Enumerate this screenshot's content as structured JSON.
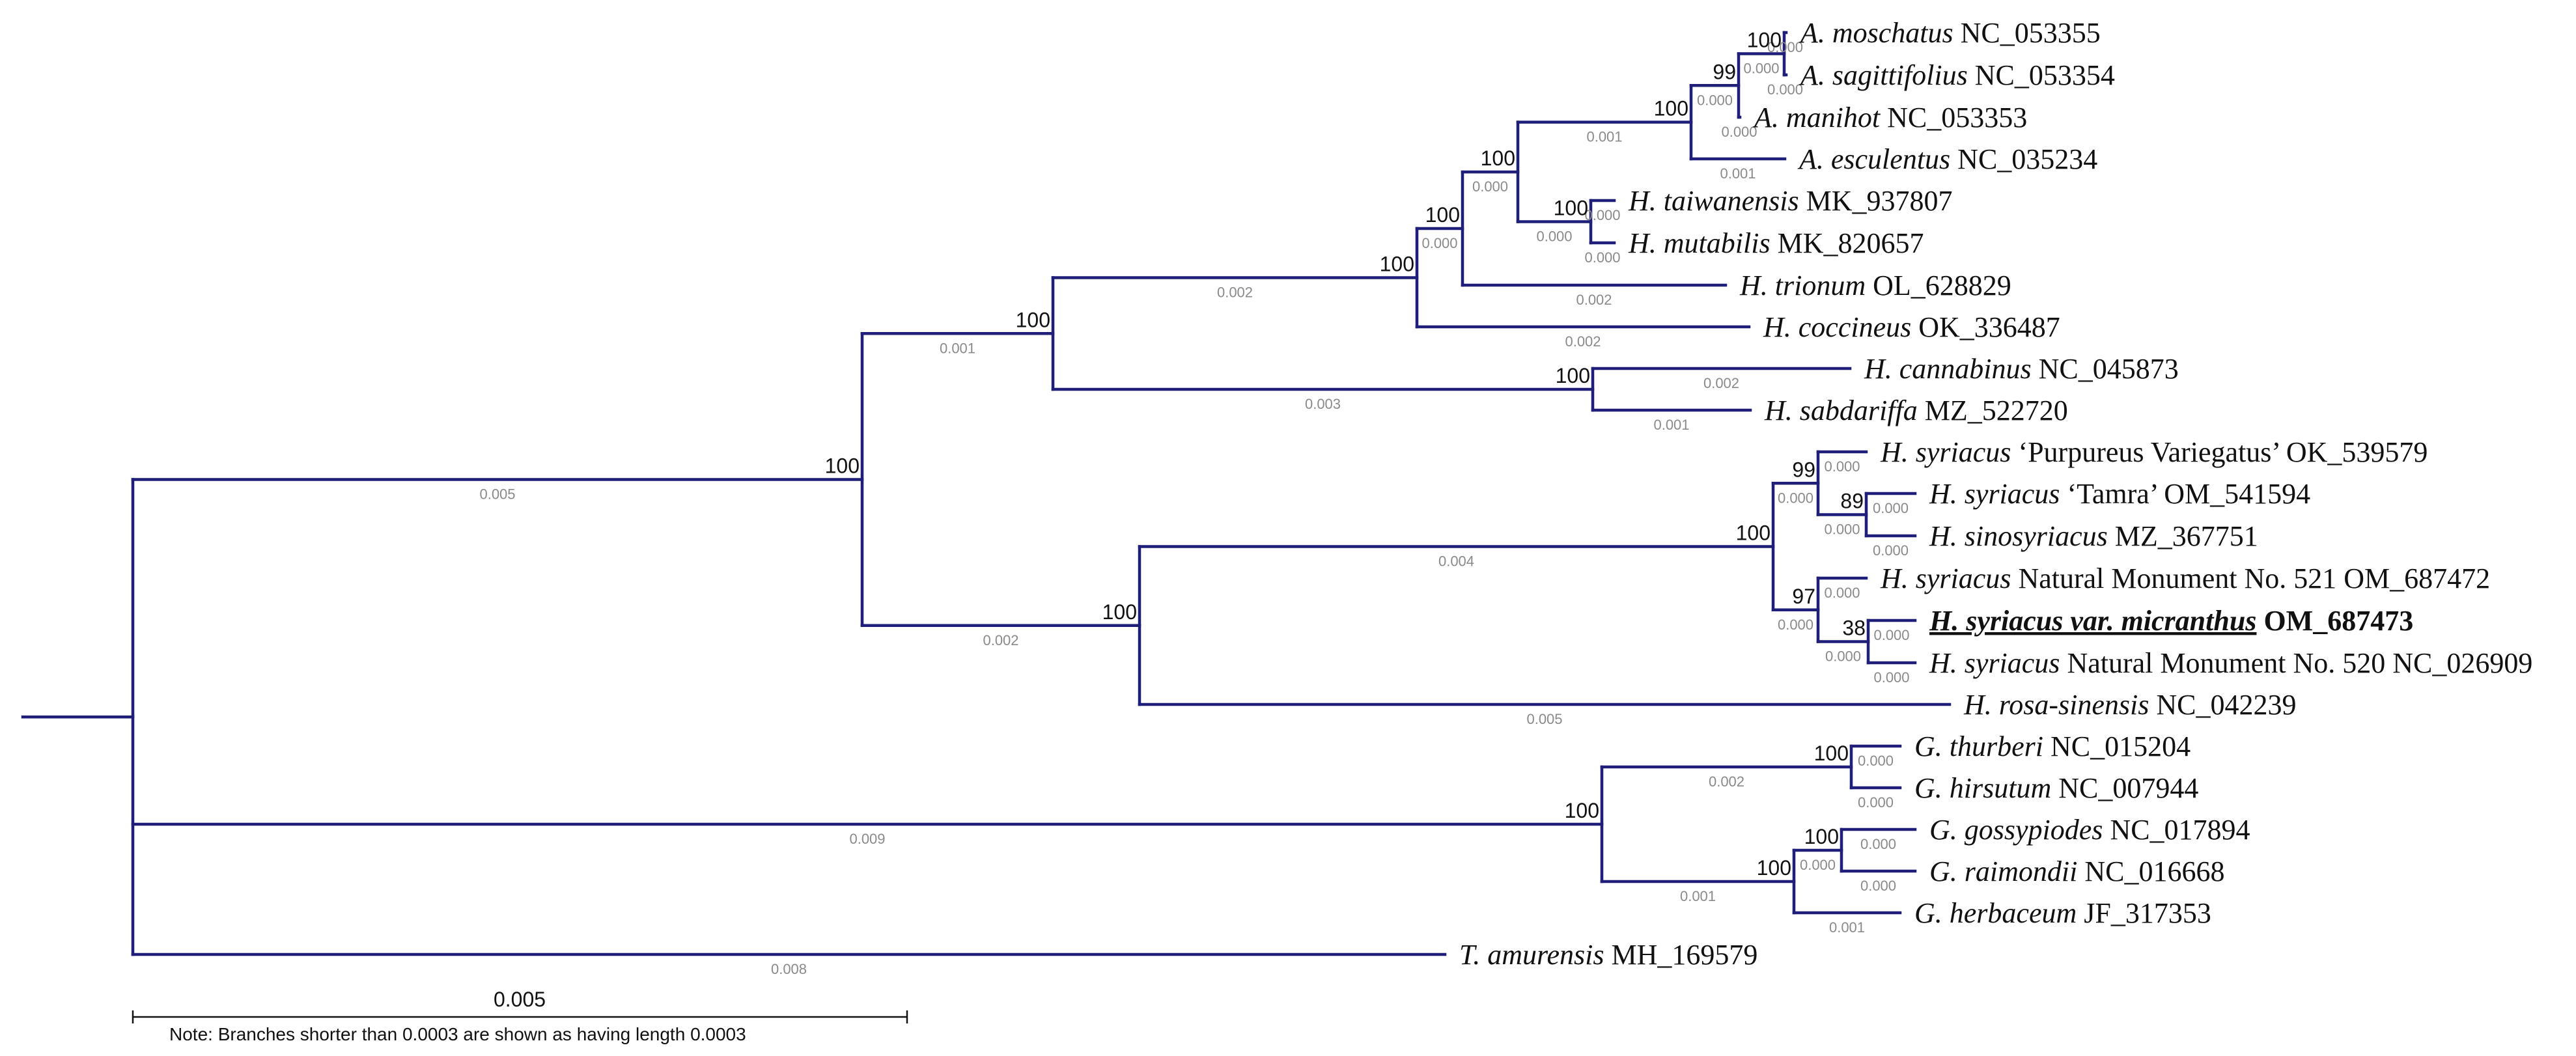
{
  "scale_bar": {
    "label": "0.005"
  },
  "note": "Note: Branches shorter than 0.0003 are shown as having length 0.0003",
  "taxa": [
    {
      "id": "t1",
      "species": "A. moschatus",
      "extra": " NC_053355",
      "highlight": false
    },
    {
      "id": "t2",
      "species": "A. sagittifolius",
      "extra": " NC_053354",
      "highlight": false
    },
    {
      "id": "t3",
      "species": "A. manihot",
      "extra": " NC_053353",
      "highlight": false
    },
    {
      "id": "t4",
      "species": "A. esculentus",
      "extra": " NC_035234",
      "highlight": false
    },
    {
      "id": "t5",
      "species": "H. taiwanensis",
      "extra": " MK_937807",
      "highlight": false
    },
    {
      "id": "t6",
      "species": "H. mutabilis",
      "extra": " MK_820657",
      "highlight": false
    },
    {
      "id": "t7",
      "species": "H. trionum",
      "extra": " OL_628829",
      "highlight": false
    },
    {
      "id": "t8",
      "species": "H. coccineus",
      "extra": " OK_336487",
      "highlight": false
    },
    {
      "id": "t9",
      "species": "H. cannabinus",
      "extra": " NC_045873",
      "highlight": false
    },
    {
      "id": "t10",
      "species": "H. sabdariffa",
      "extra": " MZ_522720",
      "highlight": false
    },
    {
      "id": "t11",
      "species": "H. syriacus",
      "extra": " ‘Purpureus Variegatus’  OK_539579",
      "highlight": false
    },
    {
      "id": "t12",
      "species": "H. syriacus",
      "extra": " ‘Tamra’ OM_541594",
      "highlight": false
    },
    {
      "id": "t13",
      "species": "H. sinosyriacus",
      "extra": " MZ_367751",
      "highlight": false
    },
    {
      "id": "t14",
      "species": "H. syriacus",
      "extra": "  Natural Monument No. 521 OM_687472",
      "highlight": false
    },
    {
      "id": "t15",
      "species": "H. syriacus  var. micranthus",
      "extra": " OM_687473",
      "highlight": true
    },
    {
      "id": "t16",
      "species": "H. syriacus",
      "extra": "  Natural Monument No. 520 NC_026909",
      "highlight": false
    },
    {
      "id": "t17",
      "species": "H. rosa-sinensis",
      "extra": " NC_042239",
      "highlight": false
    },
    {
      "id": "t18",
      "species": "G. thurberi",
      "extra": " NC_015204",
      "highlight": false
    },
    {
      "id": "t19",
      "species": "G. hirsutum",
      "extra": " NC_007944",
      "highlight": false
    },
    {
      "id": "t20",
      "species": "G. gossypiodes",
      "extra": " NC_017894",
      "highlight": false
    },
    {
      "id": "t21",
      "species": "G. raimondii",
      "extra": "  NC_016668",
      "highlight": false
    },
    {
      "id": "t22",
      "species": "G. herbaceum",
      "extra": " JF_317353",
      "highlight": false
    },
    {
      "id": "t23",
      "species": "T. amurensis",
      "extra": " MH_169579",
      "highlight": false
    }
  ],
  "internal_nodes": [
    {
      "id": "n1",
      "children": [
        "t1",
        "t2"
      ],
      "support": "100",
      "blength": "0.000"
    },
    {
      "id": "n2",
      "children": [
        "n1",
        "t3"
      ],
      "support": "99",
      "blength": "0.000"
    },
    {
      "id": "n3",
      "children": [
        "n2",
        "t4"
      ],
      "support": "100",
      "blength": "0.001"
    },
    {
      "id": "n4",
      "children": [
        "t5",
        "t6"
      ],
      "support": "100",
      "blength": "0.000"
    },
    {
      "id": "n5",
      "children": [
        "n3",
        "n4"
      ],
      "support": "100",
      "blength": "0.000"
    },
    {
      "id": "n6",
      "children": [
        "n5",
        "t7"
      ],
      "support": "100",
      "blength": "0.000"
    },
    {
      "id": "n7",
      "children": [
        "n6",
        "t8"
      ],
      "support": "100",
      "blength": "0.002"
    },
    {
      "id": "n8",
      "children": [
        "t9",
        "t10"
      ],
      "support": "100",
      "blength": "0.003"
    },
    {
      "id": "n9",
      "children": [
        "n7",
        "n8"
      ],
      "support": "100",
      "blength": "0.001"
    },
    {
      "id": "n10",
      "children": [
        "t12",
        "t13"
      ],
      "support": "89",
      "blength": "0.000"
    },
    {
      "id": "n11",
      "children": [
        "t11",
        "n10"
      ],
      "support": "99",
      "blength": "0.000"
    },
    {
      "id": "n12",
      "children": [
        "t15",
        "t16"
      ],
      "support": "38",
      "blength": "0.000"
    },
    {
      "id": "n13",
      "children": [
        "t14",
        "n12"
      ],
      "support": "97",
      "blength": "0.000"
    },
    {
      "id": "n14",
      "children": [
        "n11",
        "n13"
      ],
      "support": "100",
      "blength": "0.004"
    },
    {
      "id": "n15",
      "children": [
        "n14",
        "t17"
      ],
      "support": "100",
      "blength": "0.002"
    },
    {
      "id": "n16",
      "children": [
        "n9",
        "n15"
      ],
      "support": "100",
      "blength": "0.005"
    },
    {
      "id": "n17",
      "children": [
        "t18",
        "t19"
      ],
      "support": "100",
      "blength": "0.002"
    },
    {
      "id": "n18",
      "children": [
        "t20",
        "t21"
      ],
      "support": "100",
      "blength": "0.000"
    },
    {
      "id": "n19",
      "children": [
        "n18",
        "t22"
      ],
      "support": "100",
      "blength": "0.001"
    },
    {
      "id": "n20",
      "children": [
        "n17",
        "n19"
      ],
      "support": "100",
      "blength": "0.009"
    },
    {
      "id": "root",
      "children": [
        "n16",
        "n20",
        "t23"
      ],
      "support": "",
      "blength": ""
    }
  ],
  "tip_branch_lengths": {
    "t1": "0.000",
    "t2": "0.000",
    "t3": "0.000",
    "t4": "0.001",
    "t5": "0.000",
    "t6": "0.000",
    "t7": "0.002",
    "t8": "0.002",
    "t9": "0.002",
    "t10": "0.001",
    "t11": "0.000",
    "t12": "0.000",
    "t13": "0.000",
    "t14": "0.000",
    "t15": "0.000",
    "t16": "0.000",
    "t17": "0.005",
    "t18": "0.000",
    "t19": "0.000",
    "t20": "0.000",
    "t21": "0.000",
    "t22": "0.001",
    "t23": "0.008"
  }
}
